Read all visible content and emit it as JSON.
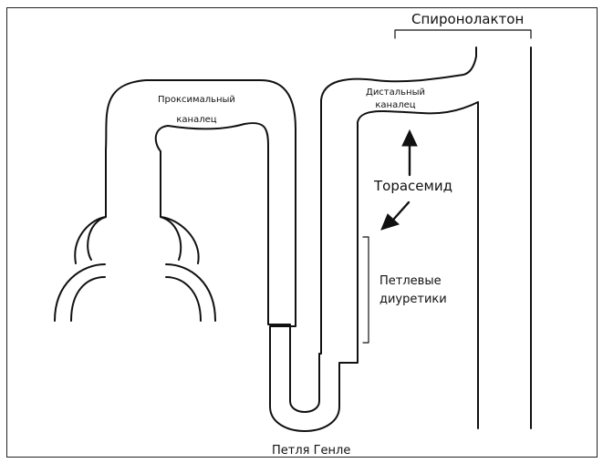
{
  "labels": {
    "proximal_line1": "Проксимальный",
    "proximal_line2": "каналец",
    "distal_line1": "Дистальный",
    "distal_line2": "каналец",
    "spironolactone": "Спиронолактон",
    "torasemide": "Торасемид",
    "loop_diuretics_line1": "Петлевые",
    "loop_diuretics_line2": "диуретики",
    "loop_of_henle": "Петля Генле"
  },
  "colors": {
    "stroke": "#111111",
    "frame": "#222222",
    "background": "#ffffff"
  }
}
